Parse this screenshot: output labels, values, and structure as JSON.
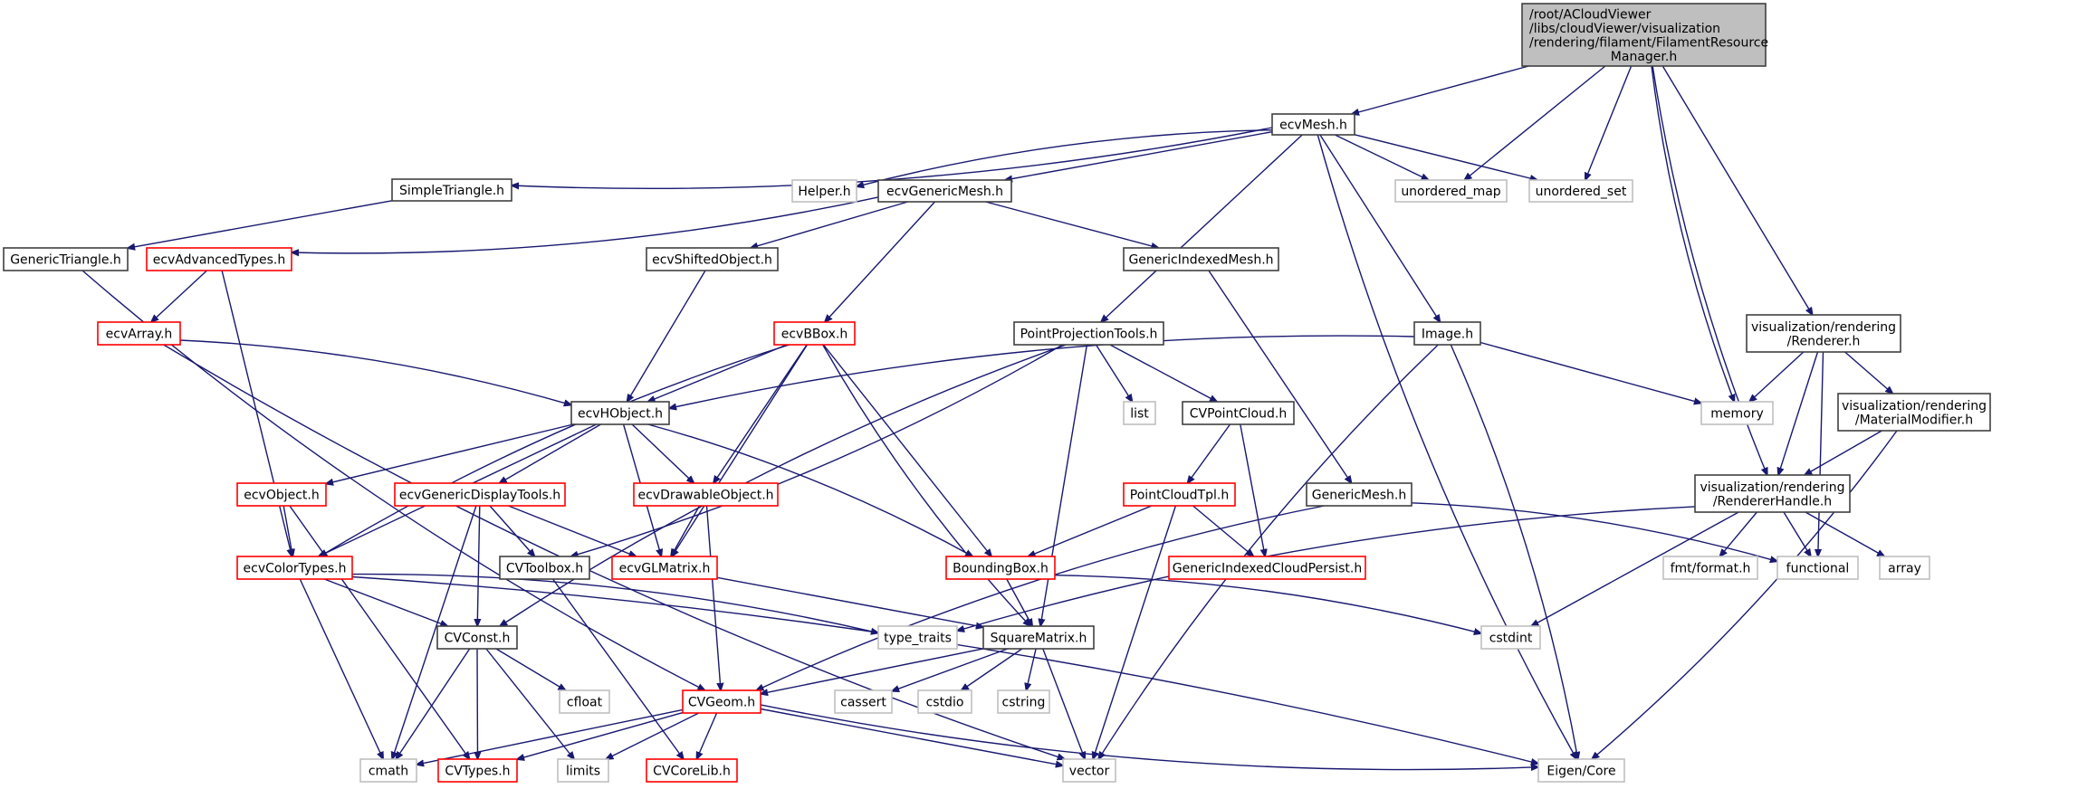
{
  "title": "Include dependency graph for FilamentResourceManager.h",
  "colors": {
    "root_fill": "#bfbfbf",
    "root_stroke": "#404040",
    "documented_stroke": "#404040",
    "truncated_stroke": "#ff0000",
    "external_stroke": "#bfbfbf",
    "edge": "#191970",
    "text": "#000000"
  },
  "nodes": [
    {
      "id": "root",
      "kind": "root",
      "lines": [
        "/root/ACloudViewer",
        "/libs/cloudViewer/visualization",
        "/rendering/filament/FilamentResource",
        "Manager.h"
      ]
    },
    {
      "id": "ecvMesh",
      "kind": "documented",
      "lines": [
        "ecvMesh.h"
      ]
    },
    {
      "id": "SimpleTriangle",
      "kind": "documented",
      "lines": [
        "SimpleTriangle.h"
      ]
    },
    {
      "id": "Helper",
      "kind": "external",
      "lines": [
        "Helper.h"
      ]
    },
    {
      "id": "ecvGenericMesh",
      "kind": "documented",
      "lines": [
        "ecvGenericMesh.h"
      ]
    },
    {
      "id": "unordered_map",
      "kind": "external",
      "lines": [
        "unordered_map"
      ]
    },
    {
      "id": "unordered_set",
      "kind": "external",
      "lines": [
        "unordered_set"
      ]
    },
    {
      "id": "GenericTriangle",
      "kind": "documented",
      "lines": [
        "GenericTriangle.h"
      ]
    },
    {
      "id": "ecvAdvancedTypes",
      "kind": "truncated",
      "lines": [
        "ecvAdvancedTypes.h"
      ]
    },
    {
      "id": "ecvShiftedObject",
      "kind": "documented",
      "lines": [
        "ecvShiftedObject.h"
      ]
    },
    {
      "id": "GenericIndexedMesh",
      "kind": "documented",
      "lines": [
        "GenericIndexedMesh.h"
      ]
    },
    {
      "id": "ecvArray",
      "kind": "truncated",
      "lines": [
        "ecvArray.h"
      ]
    },
    {
      "id": "ecvBBox",
      "kind": "truncated",
      "lines": [
        "ecvBBox.h"
      ]
    },
    {
      "id": "PointProjectionTools",
      "kind": "documented",
      "lines": [
        "PointProjectionTools.h"
      ]
    },
    {
      "id": "Image",
      "kind": "documented",
      "lines": [
        "Image.h"
      ]
    },
    {
      "id": "Renderer",
      "kind": "documented",
      "lines": [
        "visualization/rendering",
        "/Renderer.h"
      ]
    },
    {
      "id": "ecvHObject",
      "kind": "documented",
      "lines": [
        "ecvHObject.h"
      ]
    },
    {
      "id": "list",
      "kind": "external",
      "lines": [
        "list"
      ]
    },
    {
      "id": "CVPointCloud",
      "kind": "documented",
      "lines": [
        "CVPointCloud.h"
      ]
    },
    {
      "id": "memory",
      "kind": "external",
      "lines": [
        "memory"
      ]
    },
    {
      "id": "MaterialModifier",
      "kind": "documented",
      "lines": [
        "visualization/rendering",
        "/MaterialModifier.h"
      ]
    },
    {
      "id": "ecvObject",
      "kind": "truncated",
      "lines": [
        "ecvObject.h"
      ]
    },
    {
      "id": "ecvGenericDisplayTools",
      "kind": "truncated",
      "lines": [
        "ecvGenericDisplayTools.h"
      ]
    },
    {
      "id": "ecvDrawableObject",
      "kind": "truncated",
      "lines": [
        "ecvDrawableObject.h"
      ]
    },
    {
      "id": "PointCloudTpl",
      "kind": "truncated",
      "lines": [
        "PointCloudTpl.h"
      ]
    },
    {
      "id": "GenericMesh",
      "kind": "documented",
      "lines": [
        "GenericMesh.h"
      ]
    },
    {
      "id": "RendererHandle",
      "kind": "documented",
      "lines": [
        "visualization/rendering",
        "/RendererHandle.h"
      ]
    },
    {
      "id": "ecvColorTypes",
      "kind": "truncated",
      "lines": [
        "ecvColorTypes.h"
      ]
    },
    {
      "id": "CVToolbox",
      "kind": "documented",
      "lines": [
        "CVToolbox.h"
      ]
    },
    {
      "id": "ecvGLMatrix",
      "kind": "truncated",
      "lines": [
        "ecvGLMatrix.h"
      ]
    },
    {
      "id": "BoundingBox",
      "kind": "truncated",
      "lines": [
        "BoundingBox.h"
      ]
    },
    {
      "id": "GenericIndexedCloudPersist",
      "kind": "truncated",
      "lines": [
        "GenericIndexedCloudPersist.h"
      ]
    },
    {
      "id": "fmt_format",
      "kind": "external",
      "lines": [
        "fmt/format.h"
      ]
    },
    {
      "id": "functional",
      "kind": "external",
      "lines": [
        "functional"
      ]
    },
    {
      "id": "array",
      "kind": "external",
      "lines": [
        "array"
      ]
    },
    {
      "id": "CVConst",
      "kind": "documented",
      "lines": [
        "CVConst.h"
      ]
    },
    {
      "id": "type_traits",
      "kind": "external",
      "lines": [
        "type_traits"
      ]
    },
    {
      "id": "SquareMatrix",
      "kind": "documented",
      "lines": [
        "SquareMatrix.h"
      ]
    },
    {
      "id": "cstdint",
      "kind": "external",
      "lines": [
        "cstdint"
      ]
    },
    {
      "id": "cfloat",
      "kind": "external",
      "lines": [
        "cfloat"
      ]
    },
    {
      "id": "CVGeom",
      "kind": "truncated",
      "lines": [
        "CVGeom.h"
      ]
    },
    {
      "id": "cassert",
      "kind": "external",
      "lines": [
        "cassert"
      ]
    },
    {
      "id": "cstdio",
      "kind": "external",
      "lines": [
        "cstdio"
      ]
    },
    {
      "id": "cstring",
      "kind": "external",
      "lines": [
        "cstring"
      ]
    },
    {
      "id": "cmath",
      "kind": "external",
      "lines": [
        "cmath"
      ]
    },
    {
      "id": "CVTypes",
      "kind": "truncated",
      "lines": [
        "CVTypes.h"
      ]
    },
    {
      "id": "limits",
      "kind": "external",
      "lines": [
        "limits"
      ]
    },
    {
      "id": "CVCoreLib",
      "kind": "truncated",
      "lines": [
        "CVCoreLib.h"
      ]
    },
    {
      "id": "vector",
      "kind": "external",
      "lines": [
        "vector"
      ]
    },
    {
      "id": "Eigen_Core",
      "kind": "external",
      "lines": [
        "Eigen/Core"
      ]
    }
  ],
  "edges": [
    [
      "root",
      "ecvMesh"
    ],
    [
      "root",
      "unordered_map"
    ],
    [
      "root",
      "unordered_set"
    ],
    [
      "root",
      "memory"
    ],
    [
      "root",
      "Renderer"
    ],
    [
      "root",
      "RendererHandle"
    ],
    [
      "ecvMesh",
      "SimpleTriangle"
    ],
    [
      "ecvMesh",
      "Helper"
    ],
    [
      "ecvMesh",
      "ecvGenericMesh"
    ],
    [
      "ecvMesh",
      "unordered_map"
    ],
    [
      "ecvMesh",
      "unordered_set"
    ],
    [
      "ecvMesh",
      "PointProjectionTools"
    ],
    [
      "ecvMesh",
      "Image"
    ],
    [
      "ecvMesh",
      "Eigen_Core"
    ],
    [
      "SimpleTriangle",
      "GenericTriangle"
    ],
    [
      "GenericTriangle",
      "CVGeom"
    ],
    [
      "ecvGenericMesh",
      "ecvAdvancedTypes"
    ],
    [
      "ecvGenericMesh",
      "ecvShiftedObject"
    ],
    [
      "ecvGenericMesh",
      "GenericIndexedMesh"
    ],
    [
      "ecvGenericMesh",
      "ecvBBox"
    ],
    [
      "ecvAdvancedTypes",
      "ecvArray"
    ],
    [
      "ecvAdvancedTypes",
      "ecvColorTypes"
    ],
    [
      "ecvArray",
      "ecvHObject"
    ],
    [
      "ecvArray",
      "vector"
    ],
    [
      "ecvShiftedObject",
      "ecvHObject"
    ],
    [
      "GenericIndexedMesh",
      "GenericMesh"
    ],
    [
      "ecvBBox",
      "ecvHObject"
    ],
    [
      "ecvBBox",
      "ecvColorTypes"
    ],
    [
      "ecvBBox",
      "ecvDrawableObject"
    ],
    [
      "ecvBBox",
      "ecvGLMatrix"
    ],
    [
      "ecvBBox",
      "BoundingBox"
    ],
    [
      "ecvBBox",
      "SquareMatrix"
    ],
    [
      "PointProjectionTools",
      "CVToolbox"
    ],
    [
      "PointProjectionTools",
      "CVConst"
    ],
    [
      "PointProjectionTools",
      "SquareMatrix"
    ],
    [
      "PointProjectionTools",
      "list"
    ],
    [
      "PointProjectionTools",
      "CVPointCloud"
    ],
    [
      "Image",
      "ecvHObject"
    ],
    [
      "Image",
      "memory"
    ],
    [
      "Image",
      "vector"
    ],
    [
      "Image",
      "Eigen_Core"
    ],
    [
      "Renderer",
      "memory"
    ],
    [
      "Renderer",
      "MaterialModifier"
    ],
    [
      "Renderer",
      "RendererHandle"
    ],
    [
      "Renderer",
      "functional"
    ],
    [
      "ecvHObject",
      "ecvObject"
    ],
    [
      "ecvHObject",
      "ecvColorTypes"
    ],
    [
      "ecvHObject",
      "ecvGenericDisplayTools"
    ],
    [
      "ecvHObject",
      "ecvDrawableObject"
    ],
    [
      "ecvHObject",
      "ecvGLMatrix"
    ],
    [
      "ecvHObject",
      "BoundingBox"
    ],
    [
      "CVPointCloud",
      "PointCloudTpl"
    ],
    [
      "CVPointCloud",
      "GenericIndexedCloudPersist"
    ],
    [
      "MaterialModifier",
      "RendererHandle"
    ],
    [
      "MaterialModifier",
      "Eigen_Core"
    ],
    [
      "ecvObject",
      "ecvColorTypes"
    ],
    [
      "ecvObject",
      "CVTypes"
    ],
    [
      "ecvGenericDisplayTools",
      "CVToolbox"
    ],
    [
      "ecvGenericDisplayTools",
      "ecvGLMatrix"
    ],
    [
      "ecvGenericDisplayTools",
      "CVConst"
    ],
    [
      "ecvGenericDisplayTools",
      "cmath"
    ],
    [
      "ecvDrawableObject",
      "ecvGLMatrix"
    ],
    [
      "ecvDrawableObject",
      "CVGeom"
    ],
    [
      "PointCloudTpl",
      "BoundingBox"
    ],
    [
      "PointCloudTpl",
      "GenericIndexedCloudPersist"
    ],
    [
      "PointCloudTpl",
      "vector"
    ],
    [
      "GenericMesh",
      "functional"
    ],
    [
      "GenericMesh",
      "CVGeom"
    ],
    [
      "RendererHandle",
      "fmt_format"
    ],
    [
      "RendererHandle",
      "functional"
    ],
    [
      "RendererHandle",
      "array"
    ],
    [
      "RendererHandle",
      "type_traits"
    ],
    [
      "RendererHandle",
      "cstdint"
    ],
    [
      "ecvColorTypes",
      "CVConst"
    ],
    [
      "ecvColorTypes",
      "type_traits"
    ],
    [
      "ecvColorTypes",
      "cmath"
    ],
    [
      "ecvColorTypes",
      "Eigen_Core"
    ],
    [
      "CVToolbox",
      "CVCoreLib"
    ],
    [
      "ecvGLMatrix",
      "SquareMatrix"
    ],
    [
      "BoundingBox",
      "SquareMatrix"
    ],
    [
      "BoundingBox",
      "cstdint"
    ],
    [
      "CVConst",
      "cfloat"
    ],
    [
      "CVConst",
      "cmath"
    ],
    [
      "CVConst",
      "CVTypes"
    ],
    [
      "CVConst",
      "limits"
    ],
    [
      "SquareMatrix",
      "CVGeom"
    ],
    [
      "SquareMatrix",
      "cassert"
    ],
    [
      "SquareMatrix",
      "cstdio"
    ],
    [
      "SquareMatrix",
      "cstring"
    ],
    [
      "SquareMatrix",
      "vector"
    ],
    [
      "CVGeom",
      "cmath"
    ],
    [
      "CVGeom",
      "CVTypes"
    ],
    [
      "CVGeom",
      "limits"
    ],
    [
      "CVGeom",
      "CVCoreLib"
    ],
    [
      "CVGeom",
      "vector"
    ],
    [
      "CVGeom",
      "Eigen_Core"
    ]
  ]
}
